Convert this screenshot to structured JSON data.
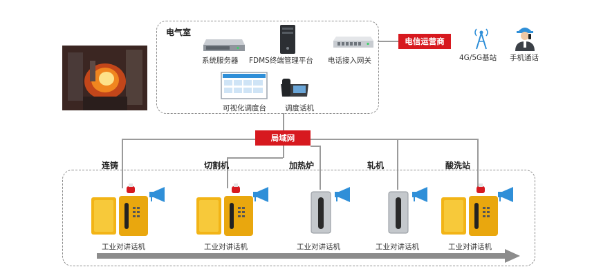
{
  "control_room": {
    "title": "电气室",
    "devices": [
      {
        "key": "system-server",
        "label": "系统服务器"
      },
      {
        "key": "fdms-platform",
        "label": "FDMS终端管理平台"
      },
      {
        "key": "phone-gateway",
        "label": "电话接入网关"
      },
      {
        "key": "dispatch-console",
        "label": "可视化调度台"
      },
      {
        "key": "dispatch-phone",
        "label": "调度话机"
      }
    ]
  },
  "telecom": {
    "label": "电信运营商"
  },
  "base_station": {
    "label": "4G/5G基站"
  },
  "mobile": {
    "label": "手机通话"
  },
  "lan": {
    "label": "局域网"
  },
  "zones": [
    {
      "name": "连铸",
      "device": "工业对讲话机"
    },
    {
      "name": "切割机",
      "device": "工业对讲话机"
    },
    {
      "name": "加热炉",
      "device": "工业对讲话机"
    },
    {
      "name": "轧机",
      "device": "工业对讲话机"
    },
    {
      "name": "酸洗站",
      "device": "工业对讲话机"
    }
  ],
  "colors": {
    "accent_red": "#d7191f",
    "speaker_blue": "#2f8fd8",
    "intercom_yellow": "#f2b416"
  }
}
